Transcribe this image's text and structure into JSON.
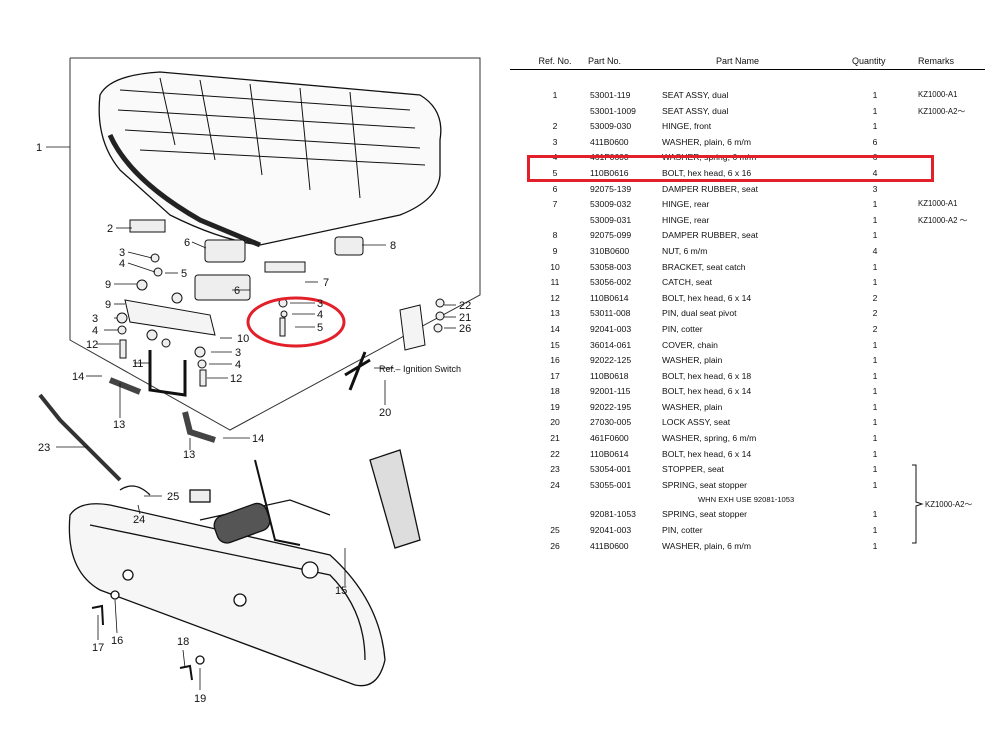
{
  "table": {
    "headers": {
      "ref_no": "Ref. No.",
      "part_no": "Part No.",
      "part_name": "Part Name",
      "quantity": "Quantity",
      "remarks": "Remarks"
    },
    "rows": [
      {
        "ref": "1",
        "part_no": "53001-119",
        "name": "SEAT ASSY, dual",
        "qty": "1",
        "remarks": "KZ1000-A1"
      },
      {
        "ref": "",
        "part_no": "53001-1009",
        "name": "SEAT ASSY, dual",
        "qty": "1",
        "remarks": "KZ1000-A2～"
      },
      {
        "ref": "2",
        "part_no": "53009-030",
        "name": "HINGE, front",
        "qty": "1",
        "remarks": ""
      },
      {
        "ref": "3",
        "part_no": "411B0600",
        "name": "WASHER, plain, 6 m/m",
        "qty": "6",
        "remarks": ""
      },
      {
        "ref": "4",
        "part_no": "461F0600",
        "name": "WASHER, spring, 6 m/m",
        "qty": "6",
        "remarks": ""
      },
      {
        "ref": "5",
        "part_no": "110B0616",
        "name": "BOLT, hex head, 6 x 16",
        "qty": "4",
        "remarks": ""
      },
      {
        "ref": "6",
        "part_no": "92075-139",
        "name": "DAMPER RUBBER, seat",
        "qty": "3",
        "remarks": ""
      },
      {
        "ref": "7",
        "part_no": "53009-032",
        "name": "HINGE, rear",
        "qty": "1",
        "remarks": "KZ1000-A1"
      },
      {
        "ref": "",
        "part_no": "53009-031",
        "name": "HINGE, rear",
        "qty": "1",
        "remarks": "KZ1000-A2 ～"
      },
      {
        "ref": "8",
        "part_no": "92075-099",
        "name": "DAMPER RUBBER, seat",
        "qty": "1",
        "remarks": ""
      },
      {
        "ref": "9",
        "part_no": "310B0600",
        "name": "NUT, 6 m/m",
        "qty": "4",
        "remarks": ""
      },
      {
        "ref": "10",
        "part_no": "53058-003",
        "name": "BRACKET, seat catch",
        "qty": "1",
        "remarks": ""
      },
      {
        "ref": "11",
        "part_no": "53056-002",
        "name": "CATCH, seat",
        "qty": "1",
        "remarks": ""
      },
      {
        "ref": "12",
        "part_no": "110B0614",
        "name": "BOLT, hex head, 6 x 14",
        "qty": "2",
        "remarks": ""
      },
      {
        "ref": "13",
        "part_no": "53011-008",
        "name": "PIN, dual seat pivot",
        "qty": "2",
        "remarks": ""
      },
      {
        "ref": "14",
        "part_no": "92041-003",
        "name": "PIN, cotter",
        "qty": "2",
        "remarks": ""
      },
      {
        "ref": "15",
        "part_no": "36014-061",
        "name": "COVER, chain",
        "qty": "1",
        "remarks": ""
      },
      {
        "ref": "16",
        "part_no": "92022-125",
        "name": "WASHER, plain",
        "qty": "1",
        "remarks": ""
      },
      {
        "ref": "17",
        "part_no": "110B0618",
        "name": "BOLT, hex head, 6 x 18",
        "qty": "1",
        "remarks": ""
      },
      {
        "ref": "18",
        "part_no": "92001-115",
        "name": "BOLT, hex head, 6 x 14",
        "qty": "1",
        "remarks": ""
      },
      {
        "ref": "19",
        "part_no": "92022-195",
        "name": "WASHER, plain",
        "qty": "1",
        "remarks": ""
      },
      {
        "ref": "20",
        "part_no": "27030-005",
        "name": "LOCK ASSY, seat",
        "qty": "1",
        "remarks": ""
      },
      {
        "ref": "21",
        "part_no": "461F0600",
        "name": "WASHER, spring, 6 m/m",
        "qty": "1",
        "remarks": ""
      },
      {
        "ref": "22",
        "part_no": "110B0614",
        "name": "BOLT, hex head, 6 x 14",
        "qty": "1",
        "remarks": ""
      },
      {
        "ref": "23",
        "part_no": "53054-001",
        "name": "STOPPER, seat",
        "qty": "1",
        "remarks": ""
      },
      {
        "ref": "24",
        "part_no": "53055-001",
        "name": "SPRING, seat stopper",
        "qty": "1",
        "remarks": ""
      }
    ],
    "note": "WHN EXH USE 92081-1053",
    "rows_after": [
      {
        "ref": "",
        "part_no": "92081-1053",
        "name": "SPRING, seat stopper",
        "qty": "1",
        "remarks": ""
      },
      {
        "ref": "25",
        "part_no": "92041-003",
        "name": "PIN, cotter",
        "qty": "1",
        "remarks": ""
      },
      {
        "ref": "26",
        "part_no": "411B0600",
        "name": "WASHER, plain, 6 m/m",
        "qty": "1",
        "remarks": ""
      }
    ],
    "group_remark": "KZ1000-A2～"
  },
  "diagram": {
    "callouts": [
      "1",
      "2",
      "3",
      "4",
      "5",
      "6",
      "7",
      "8",
      "9",
      "10",
      "11",
      "12",
      "13",
      "14",
      "15",
      "16",
      "17",
      "18",
      "19",
      "20",
      "21",
      "22",
      "23",
      "24",
      "25",
      "26"
    ],
    "ignition_label": "Ref.– Ignition Switch"
  },
  "highlight_color": "#e2202a"
}
